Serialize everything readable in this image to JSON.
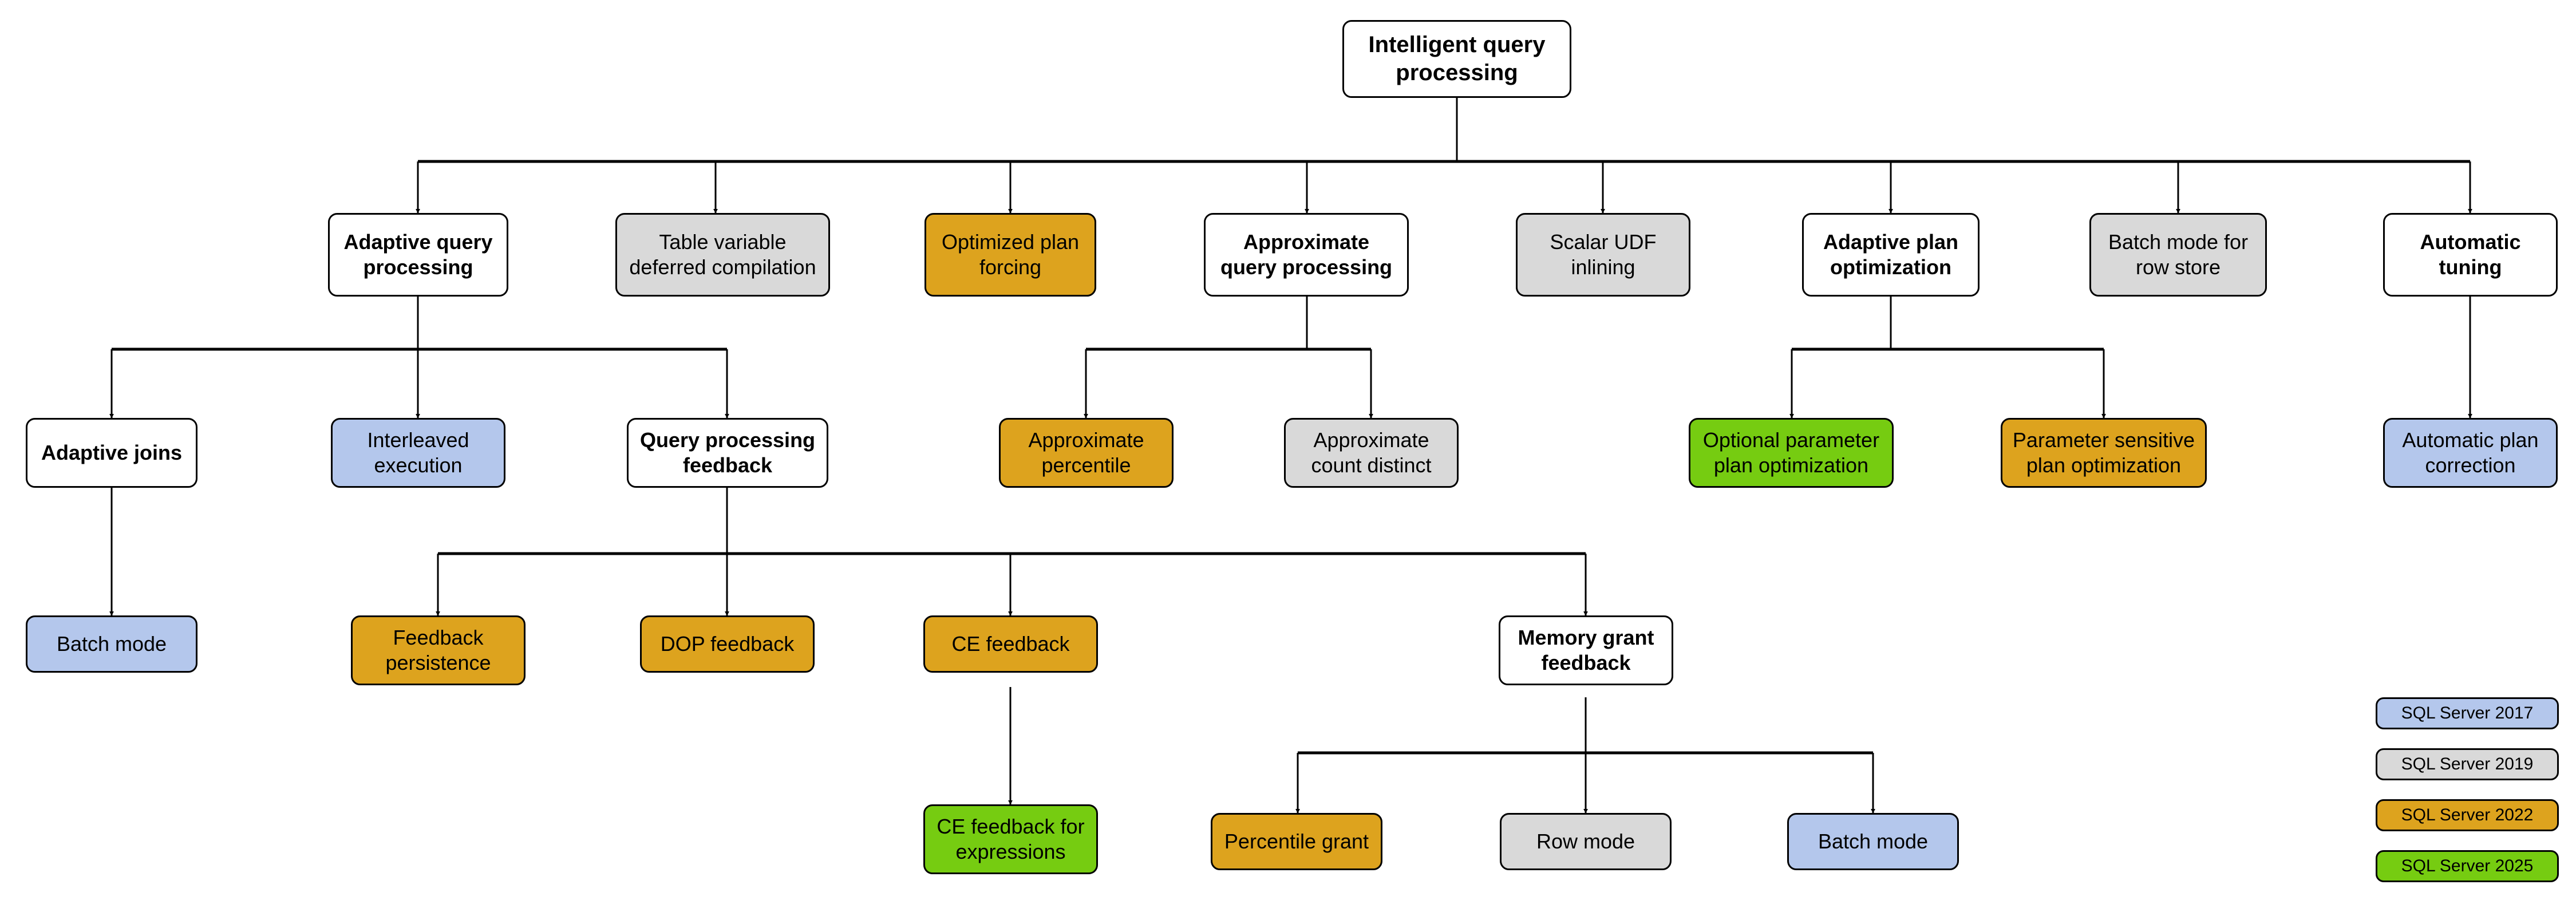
{
  "diagram": {
    "title": "Intelligent query processing",
    "type": "hierarchy-tree",
    "background": "#ffffff",
    "edge_color": "#000000"
  },
  "palette": {
    "white": "#ffffff",
    "gray": "#d9d9d9",
    "gold": "#dda31e",
    "blue": "#b4c7ec",
    "green": "#76cc11",
    "stroke": "#000000"
  },
  "nodes": {
    "root": {
      "label": "Intelligent query\nprocessing",
      "fill": "white",
      "weight": "bold"
    },
    "adaptive_query_processing": {
      "label": "Adaptive query\nprocessing",
      "fill": "white",
      "weight": "bold"
    },
    "table_variable_deferred_compilation": {
      "label": "Table variable\ndeferred compilation",
      "fill": "gray",
      "weight": "regular"
    },
    "optimized_plan_forcing": {
      "label": "Optimized plan\nforcing",
      "fill": "gold",
      "weight": "regular"
    },
    "approximate_query_processing": {
      "label": "Approximate\nquery processing",
      "fill": "white",
      "weight": "bold"
    },
    "scalar_udf_inlining": {
      "label": "Scalar UDF\ninlining",
      "fill": "gray",
      "weight": "regular"
    },
    "adaptive_plan_optimization": {
      "label": "Adaptive plan\noptimization",
      "fill": "white",
      "weight": "bold"
    },
    "batch_mode_for_row_store": {
      "label": "Batch mode for\nrow store",
      "fill": "gray",
      "weight": "regular"
    },
    "automatic_tuning": {
      "label": "Automatic\ntuning",
      "fill": "white",
      "weight": "bold"
    },
    "adaptive_joins": {
      "label": "Adaptive joins",
      "fill": "white",
      "weight": "bold"
    },
    "interleaved_execution": {
      "label": "Interleaved\nexecution",
      "fill": "blue",
      "weight": "regular"
    },
    "query_processing_feedback": {
      "label": "Query processing\nfeedback",
      "fill": "white",
      "weight": "bold"
    },
    "approximate_percentile": {
      "label": "Approximate\npercentile",
      "fill": "gold",
      "weight": "regular"
    },
    "approximate_count_distinct": {
      "label": "Approximate\ncount distinct",
      "fill": "gray",
      "weight": "regular"
    },
    "optional_parameter_plan_optimization": {
      "label": "Optional parameter\nplan optimization",
      "fill": "green",
      "weight": "regular"
    },
    "parameter_sensitive_plan_optimization": {
      "label": "Parameter sensitive\nplan optimization",
      "fill": "gold",
      "weight": "regular"
    },
    "automatic_plan_correction": {
      "label": "Automatic plan\ncorrection",
      "fill": "blue",
      "weight": "regular"
    },
    "batch_mode_adaptive": {
      "label": "Batch mode",
      "fill": "blue",
      "weight": "regular"
    },
    "feedback_persistence": {
      "label": "Feedback\npersistence",
      "fill": "gold",
      "weight": "regular"
    },
    "dop_feedback": {
      "label": "DOP feedback",
      "fill": "gold",
      "weight": "regular"
    },
    "ce_feedback": {
      "label": "CE feedback",
      "fill": "gold",
      "weight": "regular"
    },
    "memory_grant_feedback": {
      "label": "Memory grant\nfeedback",
      "fill": "white",
      "weight": "bold"
    },
    "ce_feedback_for_expressions": {
      "label": "CE feedback for\nexpressions",
      "fill": "green",
      "weight": "regular"
    },
    "percentile_grant": {
      "label": "Percentile grant",
      "fill": "gold",
      "weight": "regular"
    },
    "row_mode": {
      "label": "Row mode",
      "fill": "gray",
      "weight": "regular"
    },
    "batch_mode_memory": {
      "label": "Batch mode",
      "fill": "blue",
      "weight": "regular"
    }
  },
  "legend": {
    "items": [
      {
        "label": "SQL Server 2017",
        "fill": "blue"
      },
      {
        "label": "SQL Server 2019",
        "fill": "gray"
      },
      {
        "label": "SQL Server 2022",
        "fill": "gold"
      },
      {
        "label": "SQL Server 2025",
        "fill": "green"
      }
    ]
  },
  "edges": [
    {
      "from": "root",
      "to": "adaptive_query_processing"
    },
    {
      "from": "root",
      "to": "table_variable_deferred_compilation"
    },
    {
      "from": "root",
      "to": "optimized_plan_forcing"
    },
    {
      "from": "root",
      "to": "approximate_query_processing"
    },
    {
      "from": "root",
      "to": "scalar_udf_inlining"
    },
    {
      "from": "root",
      "to": "adaptive_plan_optimization"
    },
    {
      "from": "root",
      "to": "batch_mode_for_row_store"
    },
    {
      "from": "root",
      "to": "automatic_tuning"
    },
    {
      "from": "adaptive_query_processing",
      "to": "adaptive_joins"
    },
    {
      "from": "adaptive_query_processing",
      "to": "interleaved_execution"
    },
    {
      "from": "adaptive_query_processing",
      "to": "query_processing_feedback"
    },
    {
      "from": "approximate_query_processing",
      "to": "approximate_percentile"
    },
    {
      "from": "approximate_query_processing",
      "to": "approximate_count_distinct"
    },
    {
      "from": "adaptive_plan_optimization",
      "to": "optional_parameter_plan_optimization"
    },
    {
      "from": "adaptive_plan_optimization",
      "to": "parameter_sensitive_plan_optimization"
    },
    {
      "from": "automatic_tuning",
      "to": "automatic_plan_correction"
    },
    {
      "from": "adaptive_joins",
      "to": "batch_mode_adaptive"
    },
    {
      "from": "query_processing_feedback",
      "to": "feedback_persistence"
    },
    {
      "from": "query_processing_feedback",
      "to": "dop_feedback"
    },
    {
      "from": "query_processing_feedback",
      "to": "ce_feedback"
    },
    {
      "from": "query_processing_feedback",
      "to": "memory_grant_feedback"
    },
    {
      "from": "ce_feedback",
      "to": "ce_feedback_for_expressions"
    },
    {
      "from": "memory_grant_feedback",
      "to": "percentile_grant"
    },
    {
      "from": "memory_grant_feedback",
      "to": "row_mode"
    },
    {
      "from": "memory_grant_feedback",
      "to": "batch_mode_memory"
    }
  ]
}
